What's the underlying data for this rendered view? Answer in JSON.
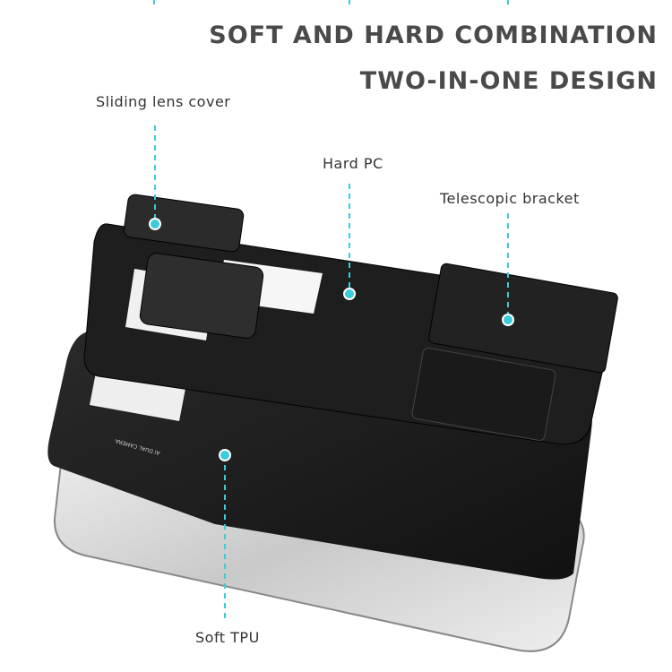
{
  "headline": {
    "line1": "SOFT AND HARD COMBINATION",
    "line2": "TWO-IN-ONE DESIGN"
  },
  "callouts": {
    "lens_cover": "Sliding lens cover",
    "hard_pc": "Hard PC",
    "bracket": "Telescopic bracket",
    "soft_tpu": "Soft TPU"
  },
  "phone_camera_text": "AI DUAL CAMERA",
  "colors": {
    "accent": "#3ccbd9",
    "case": "#1b1b1b",
    "phone": "#d9d9d9",
    "text": "#4a4a4a"
  }
}
